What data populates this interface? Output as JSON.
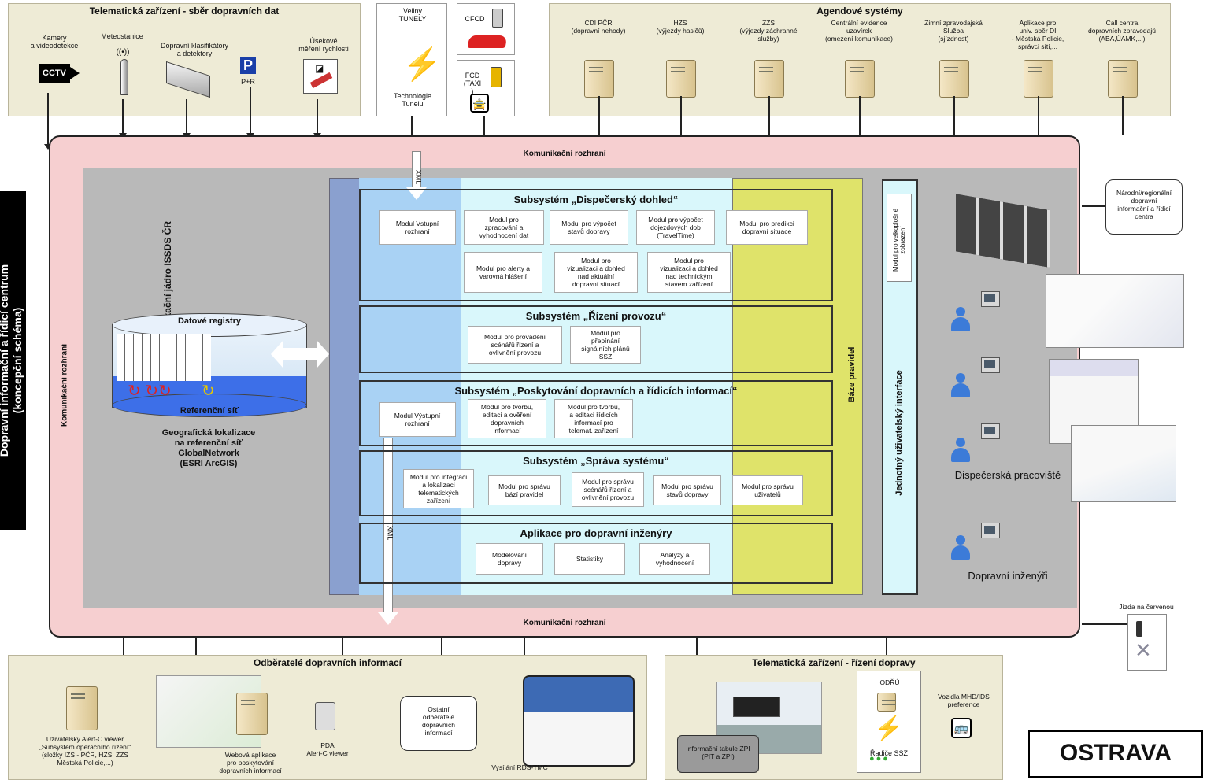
{
  "top_left_panel": {
    "title": "Telematická zařízení - sběr dopravních dat",
    "items": [
      {
        "label": "Kamery\na videodetekce",
        "icon": "cctv-camera-icon",
        "badge": "CCTV"
      },
      {
        "label": "Meteostanice",
        "icon": "weather-station-icon"
      },
      {
        "label": "Dopravní klasifikátory\na detektory",
        "icon": "detector-device-icon"
      },
      {
        "label": "P+R",
        "icon": "parking-icon",
        "badge": "P"
      },
      {
        "label": "Úsekové\nměření rychlosti",
        "icon": "speed-measurement-icon"
      }
    ]
  },
  "tunnel_box": {
    "top": "Veliny\nTUNELY",
    "bottom": "Technologie\nTunelu"
  },
  "cfcd_box": {
    "label": "CFCD"
  },
  "fcd_box": {
    "label": "FCD\n(TAXI\n)"
  },
  "agenda_panel": {
    "title": "Agendové systémy",
    "items": [
      "CDI PČR\n(dopravní nehody)",
      "HZS\n(výjezdy hasičů)",
      "ZZS\n(výjezdy záchranné\nslužby)",
      "Centrální evidence\nuzavírek\n(omezení komunikace)",
      "Zimní zpravodajská\nSlužba\n(sjízdnost)",
      "Aplikace pro\nuniv. sběr DI\n- Městská Policie,\nsprávci sítí,...",
      "Call centra\ndopravních zpravodajů\n(ABA,ÚAMK,...)"
    ]
  },
  "center": {
    "vertical_title": "Dopravní informační a řídicí centrum\n(koncepční schéma)",
    "comm_top": "Komunikační rozhraní",
    "comm_bottom": "Komunikační rozhraní",
    "comm_left": "Komunikační rozhraní",
    "xml_top": "XML",
    "xml_bottom": "XML",
    "core_label": "Aplikační jádro ISSDS ČR",
    "rules_label": "Báze pravidel",
    "ui_label": "Jednotný uživatelský interface",
    "ui_module": "Modul pro velkoplošné zobrazení",
    "db": {
      "title": "Datové registry",
      "bottom": "Referenční síť",
      "caption": "Geografická lokalizace\nna referenční síť\nGlobalNetwork\n(ESRI ArcGIS)"
    }
  },
  "subsystems": [
    {
      "title": "Subsystém „Dispečerský dohled“",
      "modules": [
        "Modul Vstupní\nrozhraní",
        "Modul pro\nzpracování a\nvyhodnocení dat",
        "Modul pro výpočet\nstavů dopravy",
        "Modul pro výpočet\ndojezdových dob\n(TravelTime)",
        "Modul pro predikci\ndopravní situace",
        "Modul pro alerty a\nvarovná hlášení",
        "Modul pro\nvizualizaci a dohled\nnad aktuální\ndopravní situací",
        "Modul pro\nvizualizaci a dohled\nnad technickým\nstavem zařízení"
      ]
    },
    {
      "title": "Subsystém „Řízení provozu“",
      "modules": [
        "Modul pro provádění\nscénářů řízení a\novlivnění provozu",
        "Modul pro\npřepínání\nsignálních plánů\nSSZ"
      ]
    },
    {
      "title": "Subsystém „Poskytování dopravních a řídicích informací“",
      "modules": [
        "Modul Výstupní\nrozhraní",
        "Modul pro tvorbu,\neditaci a ověření\ndopravních\ninformací",
        "Modul pro tvorbu,\na editaci řídicích\ninformací pro\ntelemat. zařízení"
      ]
    },
    {
      "title": "Subsystém „Správa systému“",
      "modules": [
        "Modul pro integraci\na lokalizaci\ntelematických\nzařízení",
        "Modul pro správu\nbází pravidel",
        "Modul pro správu\nscénářů řízení a\novlivnění provozu",
        "Modul pro správu\nstavů dopravy",
        "Modul pro správu\nuživatelů"
      ]
    },
    {
      "title": "Aplikace pro dopravní inženýry",
      "modules": [
        "Modelování\ndopravy",
        "Statistiky",
        "Analýzy a\nvyhodnocení"
      ]
    }
  ],
  "right_side": {
    "national_center": "Národní/regionální\ndopravní\ninformační a řídicí\ncentra",
    "dispatch": "Dispečerská pracoviště",
    "engineers": "Dopravní inženýři",
    "red_light": "Jízda na červenou"
  },
  "bottom_left_panel": {
    "title": "Odběratelé dopravních informací",
    "items": [
      "Uživatelský Alert-C viewer\n„Subsystém operačního řízení“\n(složky IZS - PČR, HZS, ZZS\nMěstská Policie,...)",
      "Webová aplikace\npro poskytování\ndopravních informací",
      "PDA\nAlert-C viewer",
      "Ostatní\nodběratelé\ndopravních\ninformací",
      "Vysílání RDS-TMC"
    ]
  },
  "bottom_right_panel": {
    "title": "Telematická zařízení - řízení dopravy",
    "zpi": "Informační tabule ZPI\n(PIT a ZPI)",
    "odru": "ODŘÚ",
    "ssz": "Řadiče SSZ",
    "mhd": "Vozidla MHD/IDS\npreference"
  },
  "city_label": "OSTRAVA",
  "colors": {
    "pink": "#f6cfd0",
    "gray": "#b9b9b9",
    "core_blue": "#8aa0cf",
    "light_blue": "#a9d2f4",
    "cyan": "#d9f7fb",
    "yellow": "#dfe36a",
    "panel": "#eeebd6"
  }
}
